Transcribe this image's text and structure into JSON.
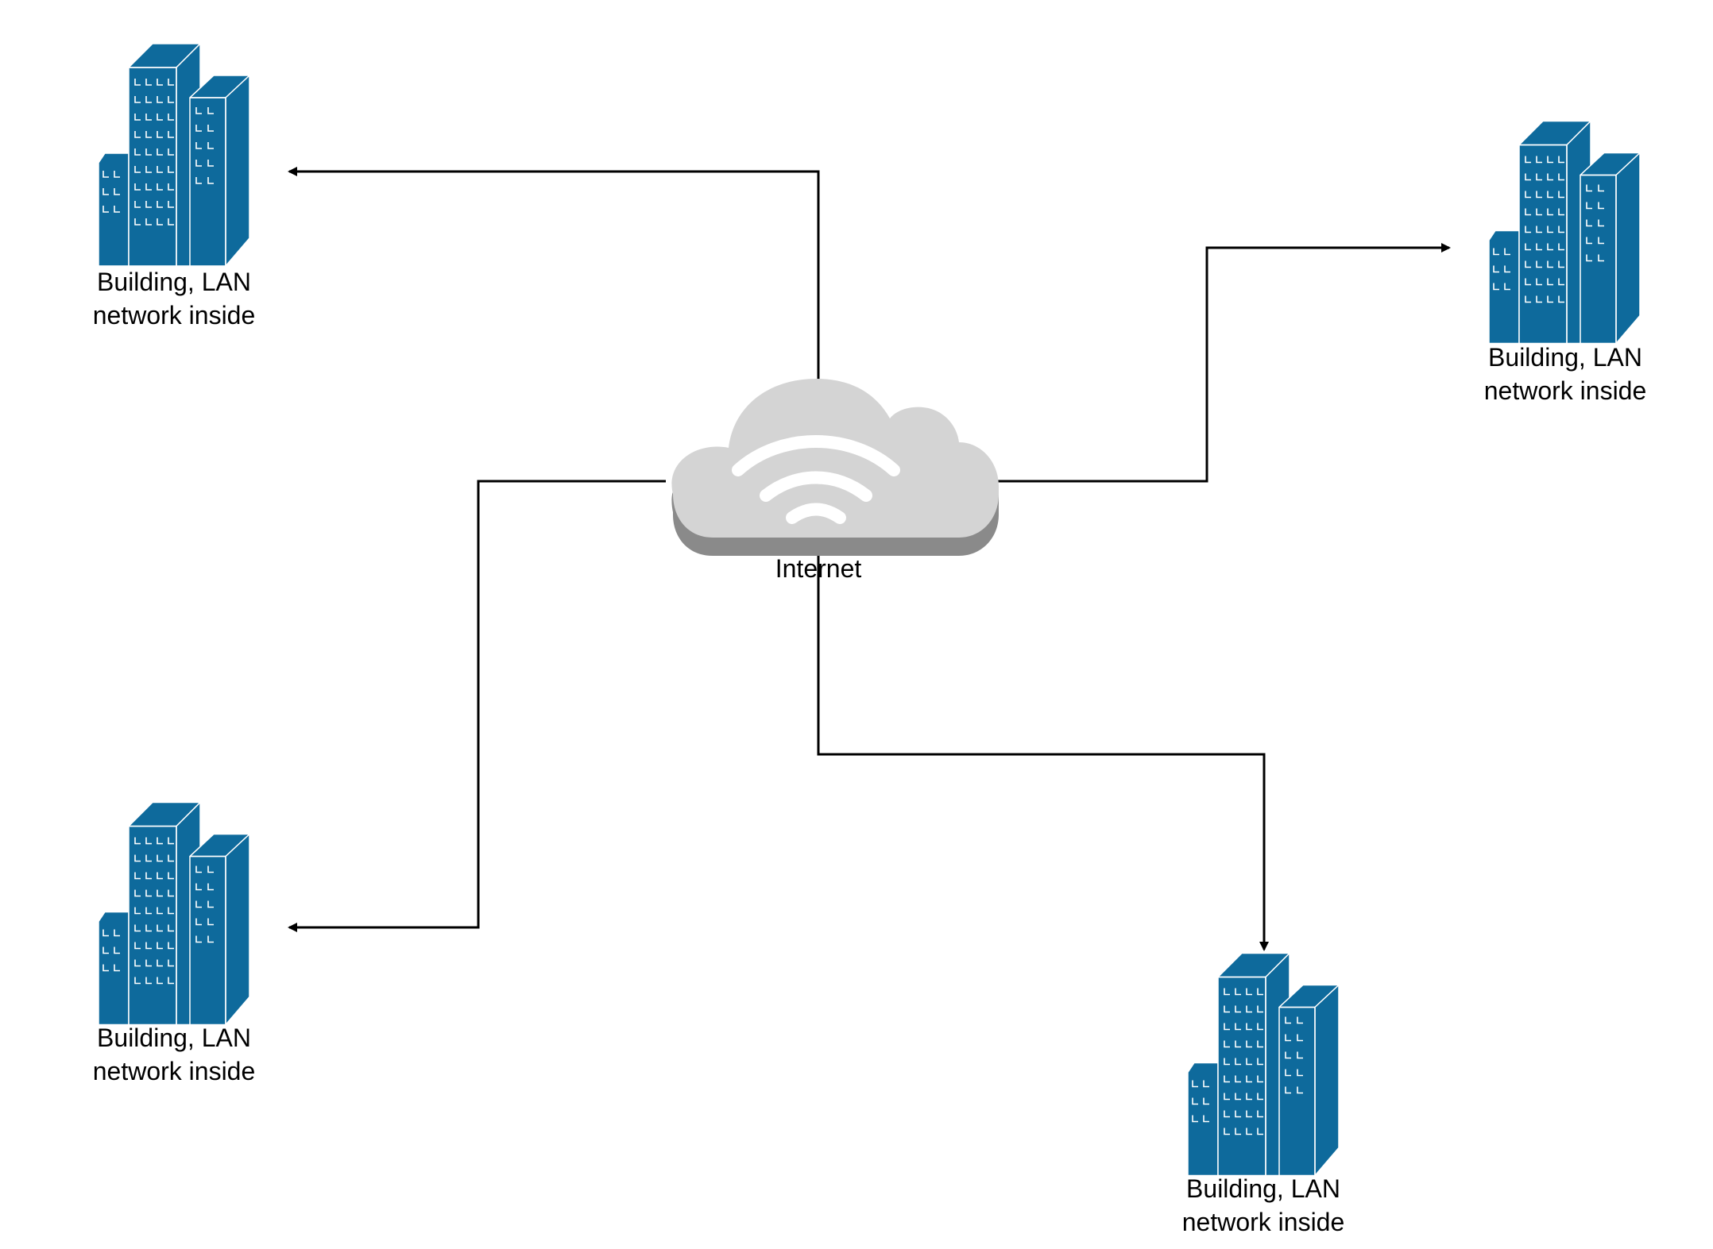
{
  "diagram": {
    "cloud": {
      "label": "Internet",
      "icon": "wifi-cloud-icon"
    },
    "buildings": [
      {
        "id": "top-left",
        "label_line1": "Building, LAN",
        "label_line2": "network inside",
        "icon": "office-building-icon"
      },
      {
        "id": "top-right",
        "label_line1": "Building, LAN",
        "label_line2": "network inside",
        "icon": "office-building-icon"
      },
      {
        "id": "bottom-left",
        "label_line1": "Building, LAN",
        "label_line2": "network inside",
        "icon": "office-building-icon"
      },
      {
        "id": "bottom-right",
        "label_line1": "Building, LAN",
        "label_line2": "network inside",
        "icon": "office-building-icon"
      }
    ],
    "connections": [
      {
        "from": "Internet",
        "to": "top-left"
      },
      {
        "from": "Internet",
        "to": "top-right"
      },
      {
        "from": "Internet",
        "to": "bottom-left"
      },
      {
        "from": "Internet",
        "to": "bottom-right"
      }
    ],
    "colors": {
      "building_blue": "#0E6A9C",
      "building_edge": "#FFFFFF",
      "cloud_top": "#D4D4D4",
      "cloud_shadow": "#8A8A8A",
      "connector": "#000000"
    }
  }
}
